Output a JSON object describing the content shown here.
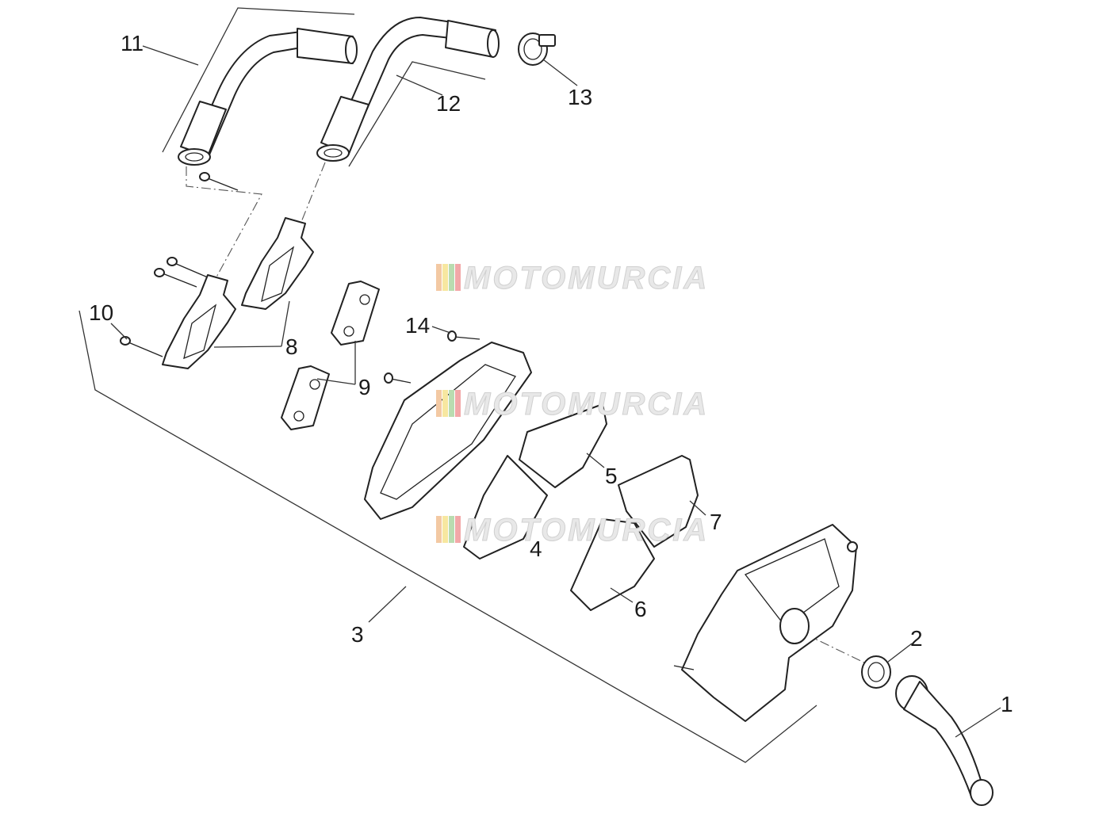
{
  "watermark": {
    "text": "MOTOMURCIA",
    "colors": [
      "#f3c9a3",
      "#f7e7a0",
      "#b9dcb0",
      "#f2a8a8"
    ]
  },
  "callouts": [
    {
      "id": "1",
      "text": "1"
    },
    {
      "id": "2",
      "text": "2"
    },
    {
      "id": "3",
      "text": "3"
    },
    {
      "id": "4",
      "text": "4"
    },
    {
      "id": "5",
      "text": "5"
    },
    {
      "id": "6",
      "text": "6"
    },
    {
      "id": "7",
      "text": "7"
    },
    {
      "id": "8",
      "text": "8"
    },
    {
      "id": "9",
      "text": "9"
    },
    {
      "id": "10",
      "text": "10"
    },
    {
      "id": "11",
      "text": "11"
    },
    {
      "id": "12",
      "text": "12"
    },
    {
      "id": "13",
      "text": "13"
    },
    {
      "id": "14",
      "text": "14"
    }
  ]
}
